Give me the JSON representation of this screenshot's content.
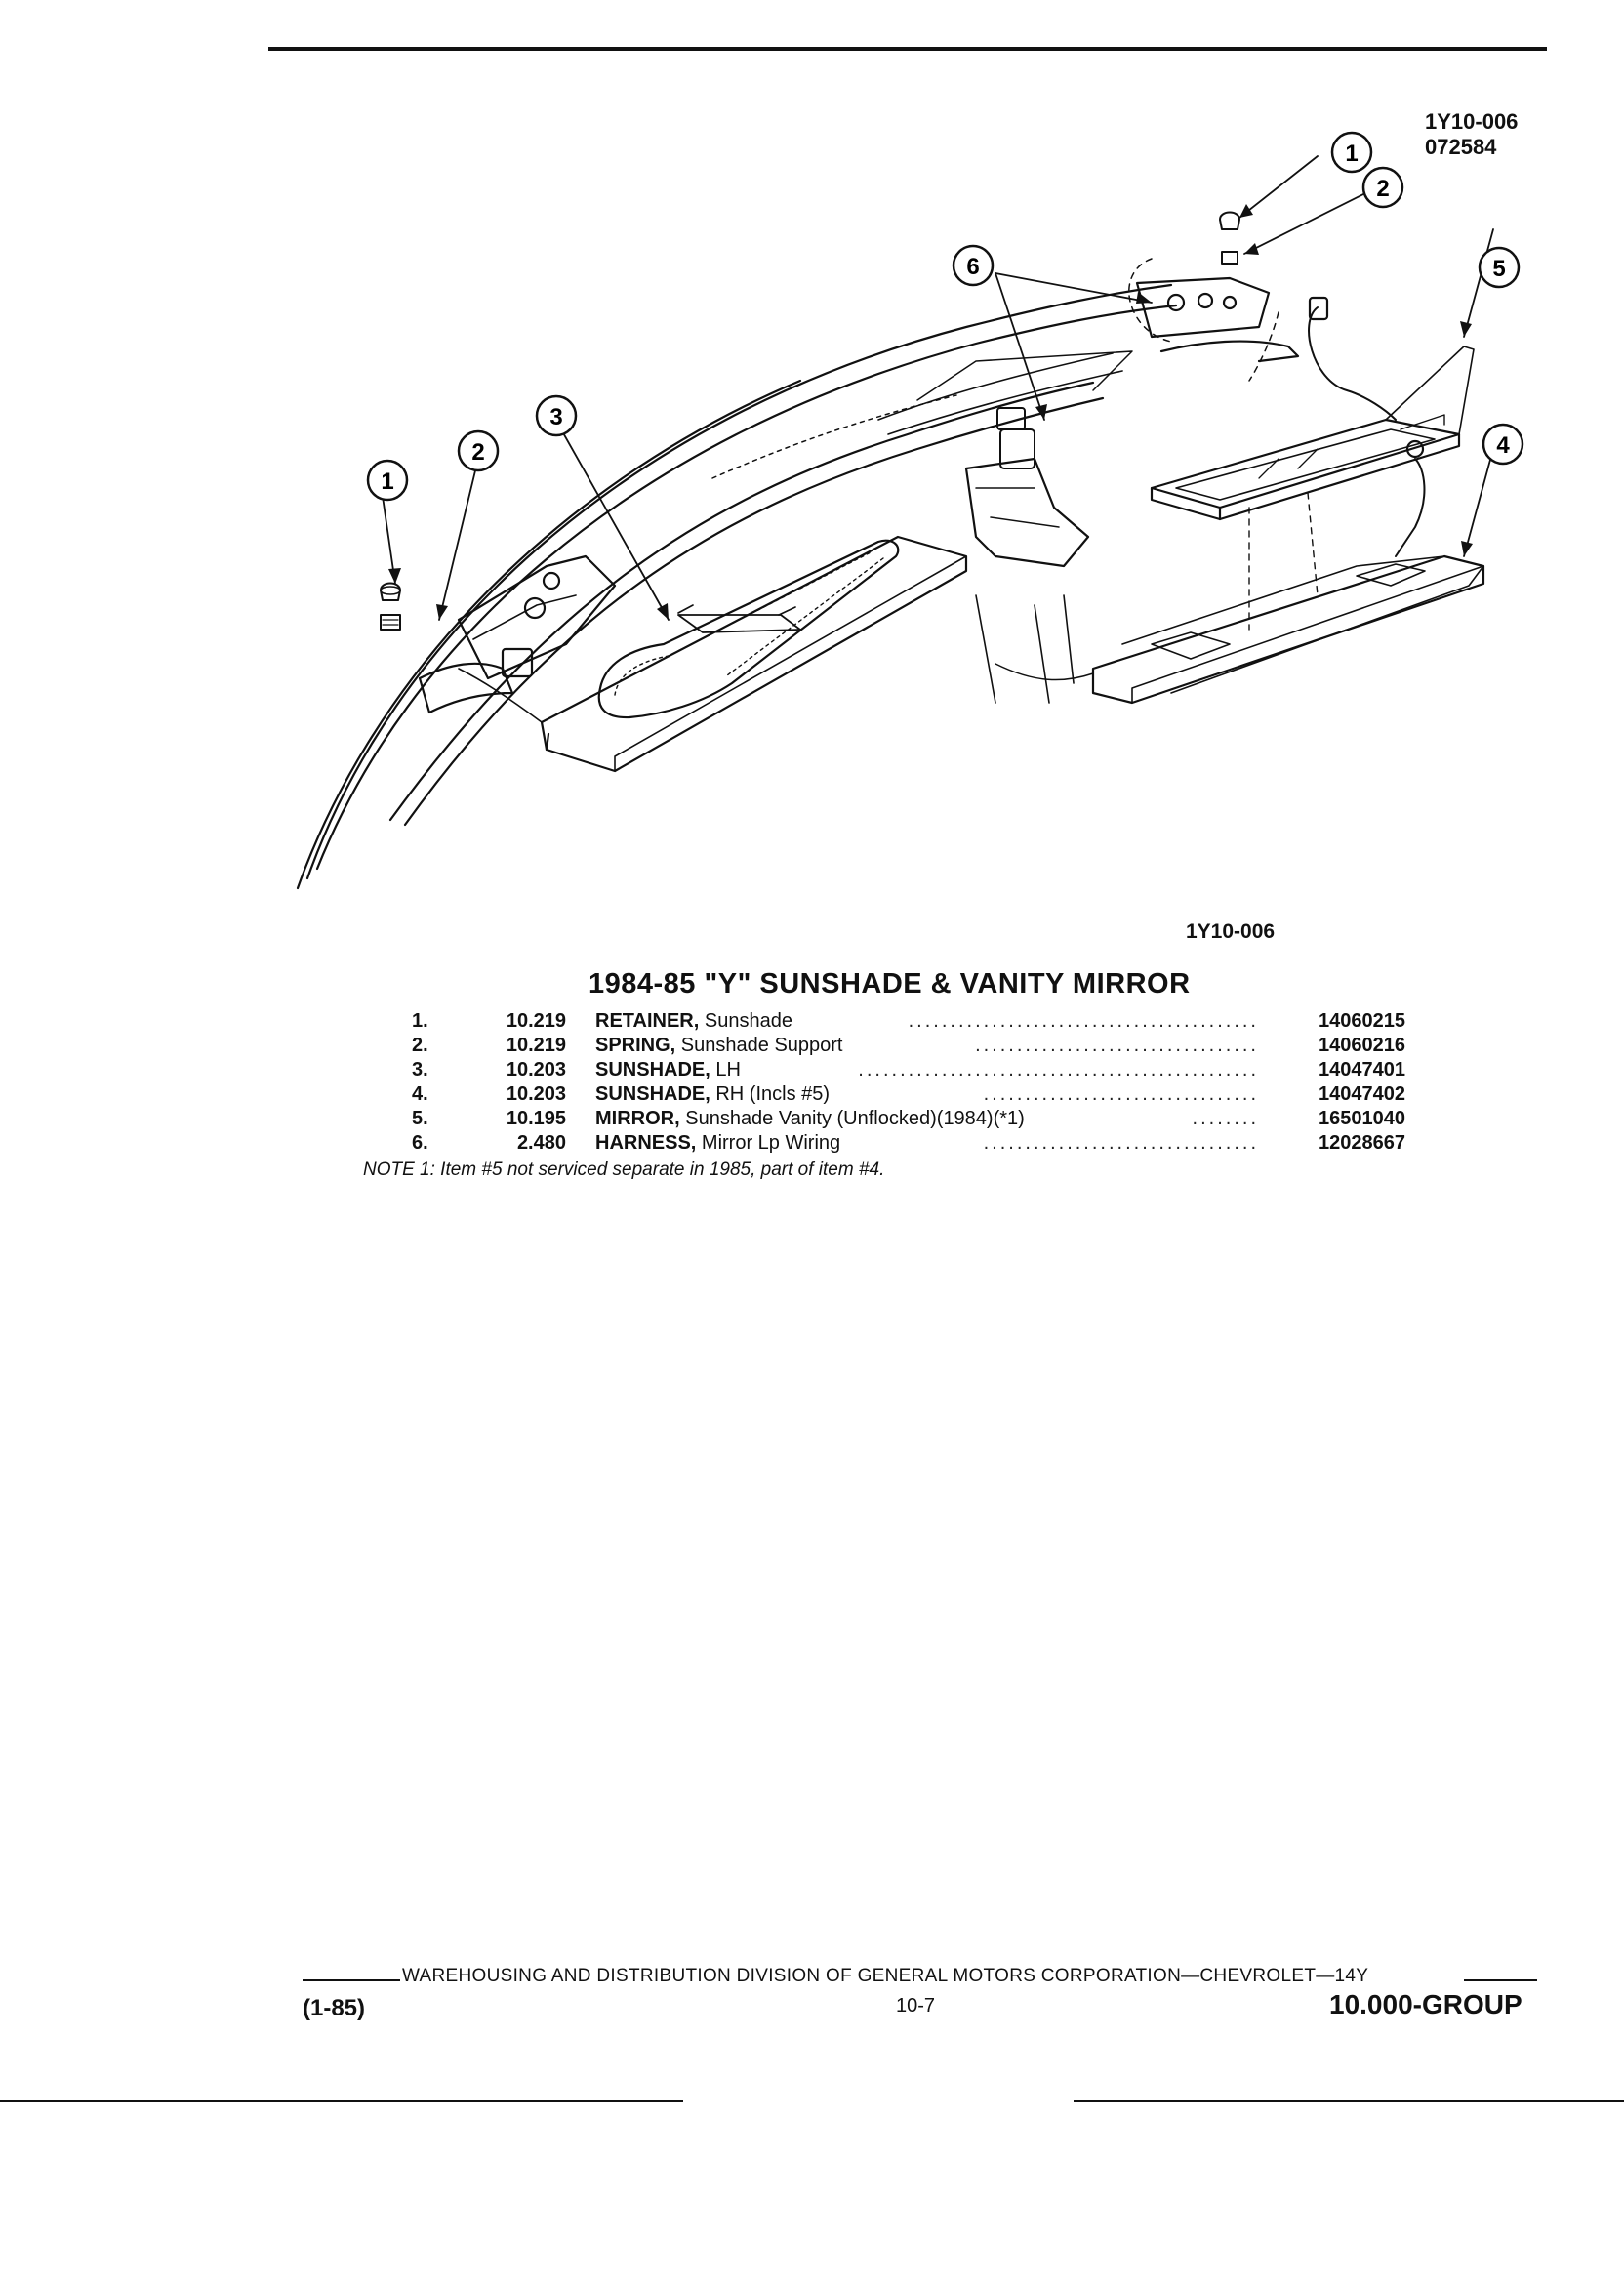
{
  "header": {
    "figure_code": "1Y10-006",
    "figure_date": "072584"
  },
  "illustration": {
    "caption": "1Y10-006",
    "callouts": [
      "1",
      "2",
      "3",
      "4",
      "5",
      "6"
    ]
  },
  "title": "1984-85 \"Y\" SUNSHADE & VANITY MIRROR",
  "parts": [
    {
      "num": "1.",
      "group": "10.219",
      "name": "RETAINER,",
      "desc": " Sunshade",
      "part": "14060215"
    },
    {
      "num": "2.",
      "group": "10.219",
      "name": "SPRING,",
      "desc": " Sunshade Support",
      "part": "14060216"
    },
    {
      "num": "3.",
      "group": "10.203",
      "name": "SUNSHADE,",
      "desc": " LH",
      "part": "14047401"
    },
    {
      "num": "4.",
      "group": "10.203",
      "name": "SUNSHADE,",
      "desc": " RH (Incls #5)",
      "part": "14047402"
    },
    {
      "num": "5.",
      "group": "10.195",
      "name": "MIRROR,",
      "desc": " Sunshade Vanity (Unflocked)(1984)(*1)",
      "part": "16501040"
    },
    {
      "num": "6.",
      "group": "2.480",
      "name": "HARNESS,",
      "desc": " Mirror Lp Wiring",
      "part": "12028667"
    }
  ],
  "note": "NOTE 1: Item #5 not serviced separate in 1985, part of item #4.",
  "footer": {
    "division": "WAREHOUSING AND DISTRIBUTION  DIVISION OF GENERAL MOTORS CORPORATION—CHEVROLET—14Y",
    "revision": "(1-85)",
    "page": "10-7",
    "group": "10.000-GROUP"
  }
}
